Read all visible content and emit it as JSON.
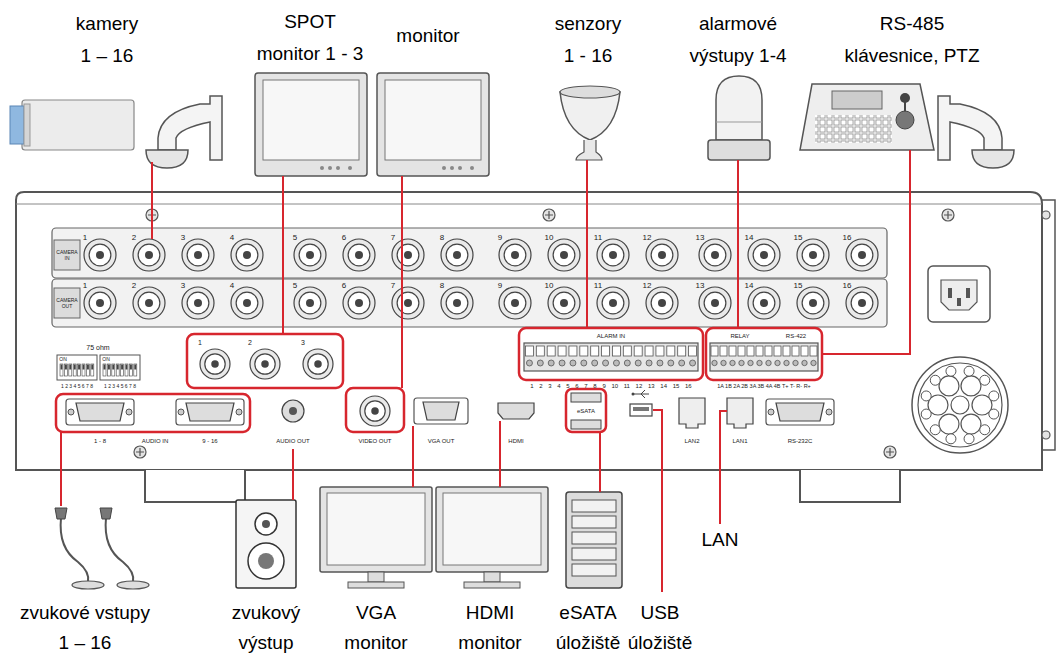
{
  "diagram": {
    "labels": [
      "kamery 1 – 16",
      "SPOT monitor 1 - 3",
      "monitor",
      "senzory 1 - 16",
      "alarmové výstupy 1-4",
      "RS-485 klávesnice, PTZ",
      "CAMERA IN",
      "1",
      "2",
      "3",
      "4",
      "5",
      "6",
      "7",
      "8",
      "9",
      "10",
      "11",
      "12",
      "13",
      "14",
      "15",
      "16",
      "CAMERA OUT",
      "1",
      "2",
      "3",
      "4",
      "5",
      "6",
      "7",
      "8",
      "9",
      "10",
      "11",
      "12",
      "13",
      "14",
      "15",
      "16",
      "75 ohm",
      "ON",
      "ON",
      "1 2 3 4 5 6 7 8",
      "1 2 3 4 5 6 7 8",
      "1",
      "2",
      "3",
      "ALARM IN",
      "1 2 3 4 5 6 7 8 9 10 11 12 13 14 15 16",
      "RELAY",
      "RS-422",
      "1A 1B 2A 2B 3A 3B 4A 4B T+ T- R- R+",
      "1 - 8",
      "AUDIO IN",
      "9 - 16",
      "AUDIO OUT",
      "VIDEO OUT",
      "VGA OUT",
      "HDMI",
      "eSATA",
      "LAN2",
      "LAN1",
      "RS-232C",
      "LAN",
      "zvukové vstupy 1 – 16",
      "zvukový výstup",
      "VGA monitor",
      "HDMI monitor",
      "eSATA úložiště",
      "USB úložiště"
    ]
  }
}
